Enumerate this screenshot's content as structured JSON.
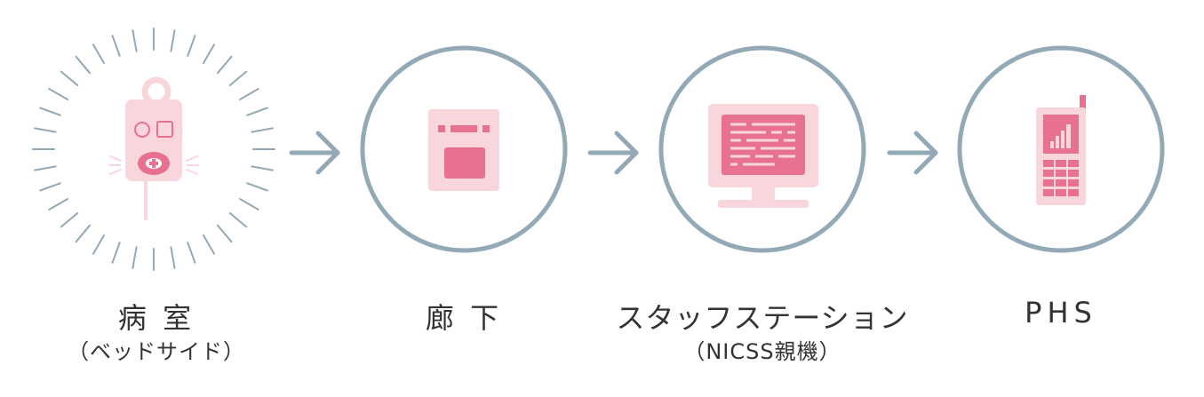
{
  "steps": [
    {
      "id": "room",
      "label": "病 室",
      "sublabel": "（ベッドサイド）",
      "icon": "nurse-call-icon"
    },
    {
      "id": "hallway",
      "label": "廊 下",
      "sublabel": "",
      "icon": "corridor-lamp-icon"
    },
    {
      "id": "station",
      "label": "スタッフステーション",
      "sublabel": "（NICSS親機）",
      "icon": "monitor-icon"
    },
    {
      "id": "phs",
      "label": "PHS",
      "sublabel": "",
      "icon": "phs-phone-icon"
    }
  ],
  "colors": {
    "ring": "#93a9b5",
    "arrow": "#93a9b5",
    "pink_light": "#f9d6dc",
    "pink_dark": "#e87090",
    "text": "#333333"
  }
}
